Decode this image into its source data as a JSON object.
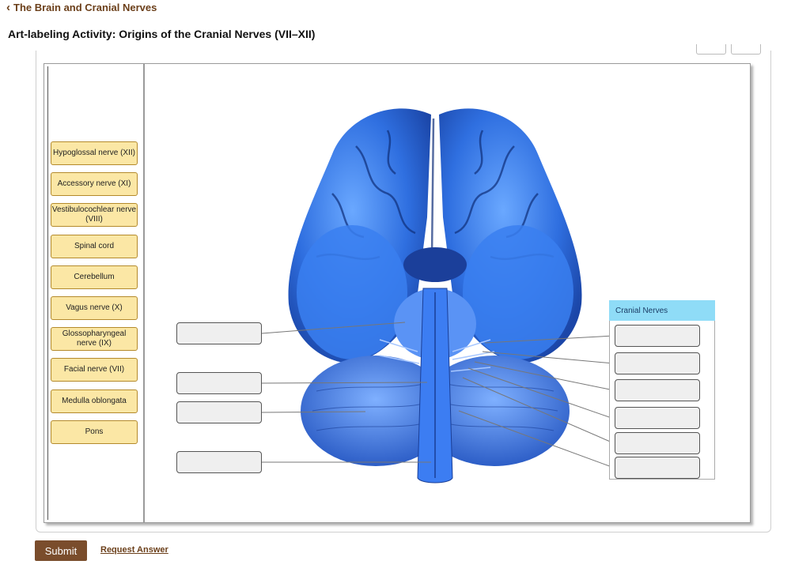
{
  "header": {
    "back_chevron": "chevron-left-icon",
    "back_label": "The Brain and Cranial Nerves",
    "title": "Art-labeling Activity: Origins of the Cranial Nerves (VII–XII)"
  },
  "label_bank": [
    "Hypoglossal nerve (XII)",
    "Accessory nerve (XI)",
    "Vestibulocochlear nerve (VIII)",
    "Spinal cord",
    "Cerebellum",
    "Vagus nerve (X)",
    "Glossopharyngeal nerve (IX)",
    "Facial nerve (VII)",
    "Medulla oblongata",
    "Pons"
  ],
  "group": {
    "header": "Cranial Nerves"
  },
  "colors": {
    "chip_fill": "#fbe7a5",
    "chip_border": "#b48a2c",
    "group_header": "#8fdcf7",
    "submit_bg": "#7a4d2c",
    "link": "#6b3f1a",
    "brain_blue": "#2f6fe0"
  },
  "actions": {
    "submit_label": "Submit",
    "request_label": "Request Answer"
  }
}
